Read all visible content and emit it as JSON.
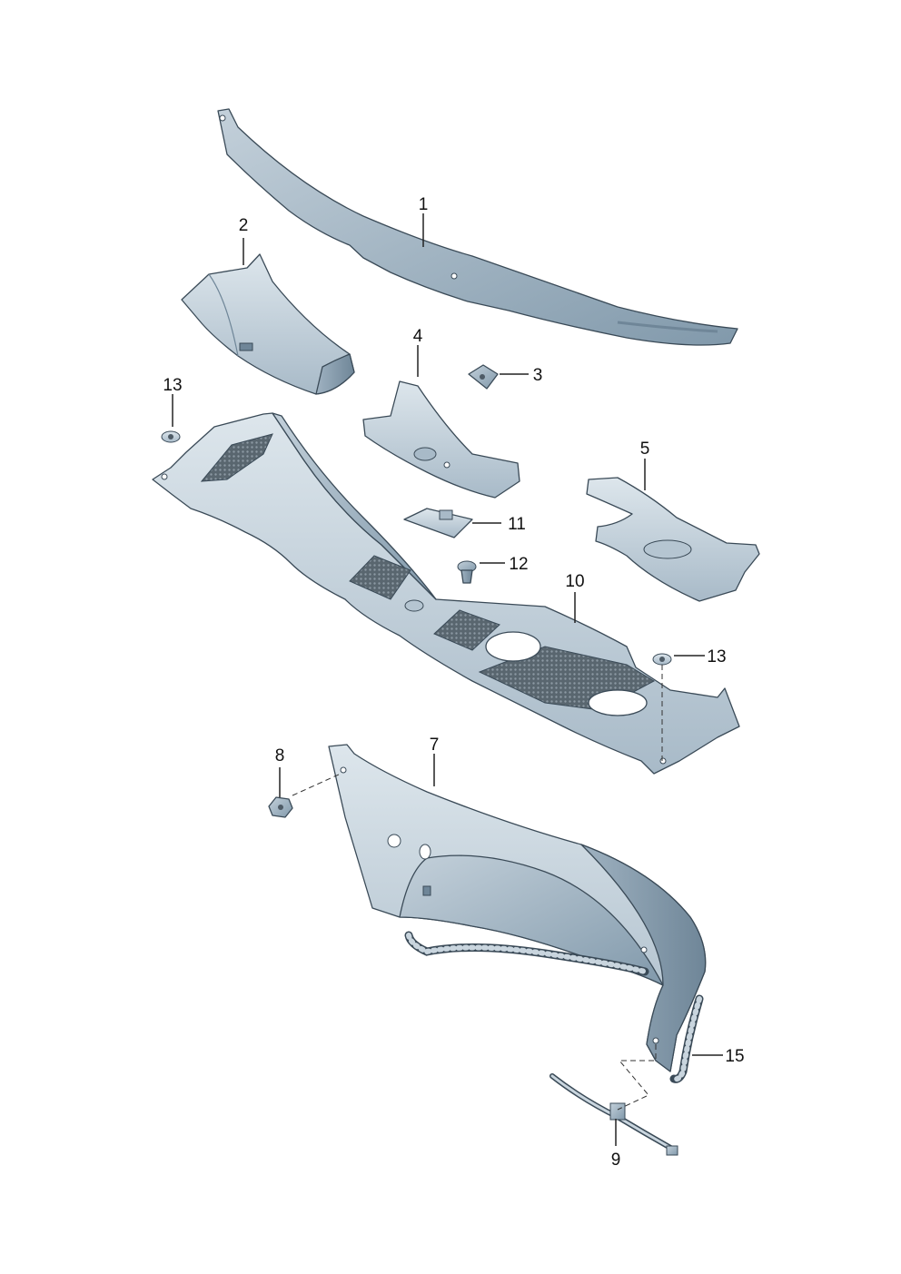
{
  "diagram": {
    "colors": {
      "part_light": "#c9d5de",
      "part_mid": "#9fb2c1",
      "part_dark": "#6f8698",
      "outline": "#3a4a57",
      "mesh": "#4e5b66",
      "label": "#111111"
    },
    "callouts": [
      {
        "id": "c1",
        "label": "1"
      },
      {
        "id": "c2",
        "label": "2"
      },
      {
        "id": "c3",
        "label": "3"
      },
      {
        "id": "c4",
        "label": "4"
      },
      {
        "id": "c5",
        "label": "5"
      },
      {
        "id": "c7",
        "label": "7"
      },
      {
        "id": "c8",
        "label": "8"
      },
      {
        "id": "c9",
        "label": "9"
      },
      {
        "id": "c10",
        "label": "10"
      },
      {
        "id": "c11",
        "label": "11"
      },
      {
        "id": "c12",
        "label": "12"
      },
      {
        "id": "c13a",
        "label": "13"
      },
      {
        "id": "c13b",
        "label": "13"
      },
      {
        "id": "c15",
        "label": "15"
      }
    ]
  }
}
